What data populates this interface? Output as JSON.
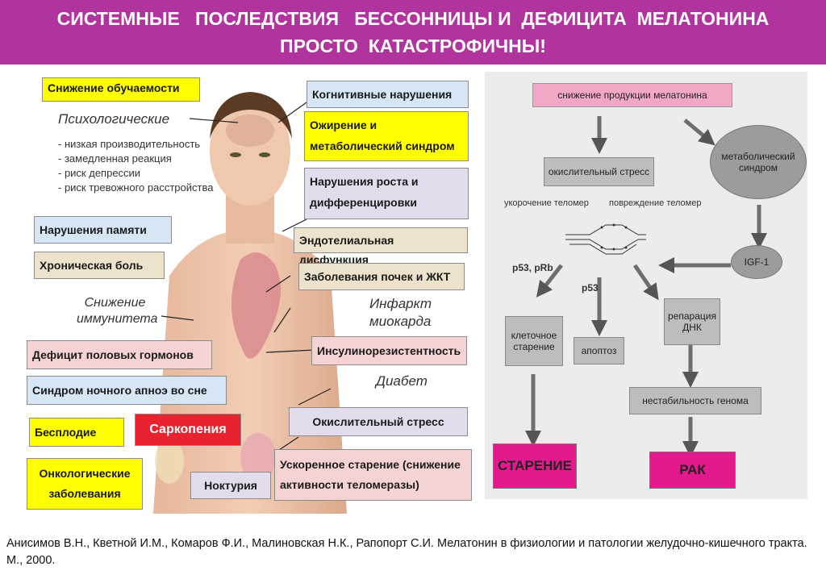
{
  "title": {
    "line1": "СИСТЕМНЫЕ   ПОСЛЕДСТВИЯ   БЕССОННИЦЫ И  ДЕФИЦИТА  МЕЛАТОНИНА",
    "line2": "ПРОСТО  КАТАСТРОФИЧНЫ!"
  },
  "left": {
    "box_learning": "Снижение обучаемости",
    "psych_heading": "Психологические",
    "psych_items": [
      "- низкая производительность",
      "- замедленная реакция",
      "- риск депрессии",
      "- риск тревожного расстройства"
    ],
    "box_memory": "Нарушения памяти",
    "box_pain": "Хроническая  боль",
    "immunity": "Снижение иммунитета",
    "box_hormones": "Дефицит половых гормонов",
    "box_apnea": "Синдром ночного апноэ во сне",
    "box_infertility": "Бесплодие",
    "box_sarcopenia": "Саркопения",
    "box_oncology": "Онкологические заболевания",
    "box_nocturia": "Ноктурия",
    "box_cognitive": "Когнитивные нарушения",
    "box_obesity": "Ожирение и метаболический синдром",
    "box_growth": "Нарушения роста и дифференцировки",
    "box_endothelial": "Эндотелиальная дисфункция",
    "box_kidney": "Заболевания почек и ЖКТ",
    "infarction": "Инфаркт миокарда",
    "box_insulin": "Инсулинорезистентность",
    "diabetes": "Диабет",
    "box_oxidative": "Окислительный стресс",
    "box_aging": "Ускоренное  старение (снижение активности теломеразы)"
  },
  "flow": {
    "melatonin": "снижение продукции мелатонина",
    "oxidative": "окислительный стресс",
    "metabolic": "метаболический синдром",
    "telomere_short": "укорочение теломер",
    "telomere_damage": "повреждение теломер",
    "igf1": "IGF-1",
    "p53prb": "p53, pRb",
    "p53": "p53",
    "cell_aging": "клеточное старение",
    "apoptosis": "апоптоз",
    "dna_repair": "репарация ДНК",
    "genome": "нестабильность генома",
    "aging": "СТАРЕНИЕ",
    "cancer": "РАК"
  },
  "colors": {
    "title_bg": "#b0339e",
    "yellow": "#ffff00",
    "lightblue": "#d6e6f5",
    "lavender": "#e2dcec",
    "pink": "#f6d3d3",
    "beige": "#ede2cc",
    "red": "#e8232f",
    "magenta": "#e5198e",
    "flow_pink": "#f2a7c6"
  },
  "citation": "Анисимов В.Н., Кветной И.М., Комаров Ф.И., Малиновская Н.К., Рапопорт С.И. Мелатонин в физиологии и патологии желудочно-кишечного тракта. М., 2000."
}
